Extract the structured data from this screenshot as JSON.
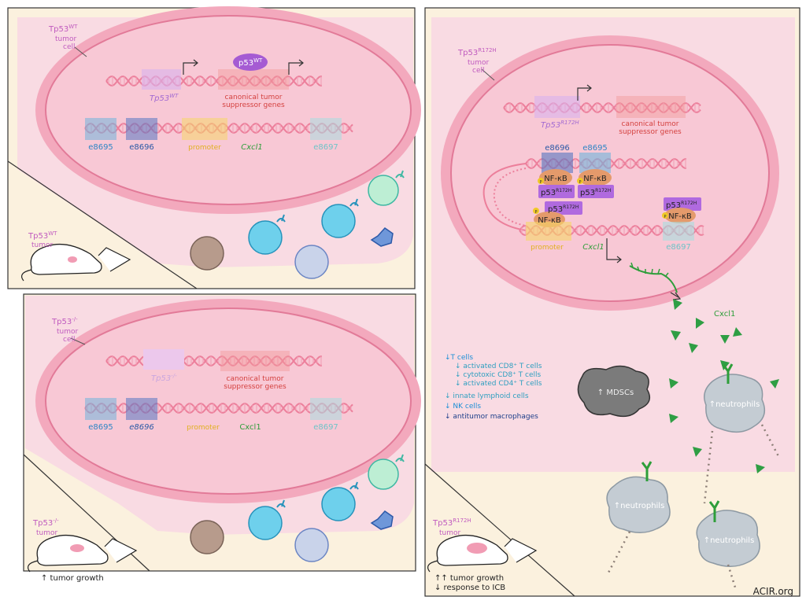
{
  "colors": {
    "panel_bg": "#fbf1de",
    "cell_pink": "#f9d9e2",
    "membrane": "#ec8aa6",
    "nucleus_fill": "#f8c6d3",
    "dna_pink": "#ec7f9b",
    "wt_purple": "#b67bd8",
    "canonical_red": "#d7303a",
    "e8695_blue": "#2f86c6",
    "e8696_navy": "#2c5aa6",
    "promoter_yellow": "#f0c927",
    "cxcl1_green": "#2e9e3a",
    "e8697_teal": "#6fc4c8",
    "nfkb_orange": "#e49a6b",
    "p53_purple": "#b06adf",
    "neutrophil_gray": "#b9c4cc",
    "cxcl1_triangle": "#2f9e44",
    "list_blue": "#1c8fd6",
    "list_teal": "#2e9fc0",
    "list_dark": "#1d3f8a"
  },
  "panel_wt": {
    "cell_label": {
      "gene": "Tp53",
      "sup": "WT",
      "line2": "tumor",
      "line3": "cell"
    },
    "protein_p53": {
      "text": "p53",
      "sup": "WT"
    },
    "gene_tp53": {
      "text": "Tp53",
      "sup": "WT"
    },
    "canonical": [
      "canonical tumor",
      "suppressor genes"
    ],
    "enhancers": {
      "e8695": "e8695",
      "e8696": "e8696",
      "promoter": "promoter",
      "cxcl1": "Cxcl1",
      "e8697": "e8697"
    },
    "mouse_label": {
      "gene": "Tp53",
      "sup": "WT",
      "line2": "tumor"
    }
  },
  "panel_ko": {
    "cell_label": {
      "gene": "Tp53",
      "sup": "-/-",
      "line2": "tumor",
      "line3": "cell"
    },
    "gene_tp53": {
      "text": "Tp53",
      "sup": "-/-"
    },
    "canonical": [
      "canonical tumor",
      "suppressor genes"
    ],
    "enhancers": {
      "e8695": "e8695",
      "e8696": "e8696",
      "promoter": "promoter",
      "cxcl1": "Cxcl1",
      "e8697": "e8697"
    },
    "mouse_label": {
      "gene": "Tp53",
      "sup": "-/-",
      "line2": "tumor"
    },
    "outcome": "↑ tumor growth"
  },
  "panel_mut": {
    "cell_label": {
      "gene": "Tp53",
      "sup": "R172H",
      "line2": "tumor",
      "line3": "cell"
    },
    "gene_tp53": {
      "text": "Tp53",
      "sup": "R172H"
    },
    "canonical": [
      "canonical tumor",
      "suppressor genes"
    ],
    "enh_e8696": "e8696",
    "enh_e8695": "e8695",
    "nfkb": "NF-κB",
    "p53mut": {
      "text": "p53",
      "sup": "R172H"
    },
    "phospho": "P",
    "promoter": "promoter",
    "cxcl1": "Cxcl1",
    "e8697": "e8697",
    "cxcl1_secreted": "Cxcl1",
    "immune_list": [
      {
        "text": "↓T cells",
        "color": "list_blue"
      },
      {
        "text": "↓ activated CD8⁺ T cells",
        "color": "list_teal"
      },
      {
        "text": "↓ cytotoxic CD8⁺ T cells",
        "color": "list_teal"
      },
      {
        "text": "↓ activated CD4⁺ T cells",
        "color": "list_teal"
      },
      {
        "text": "↓ innate lymphoid cells",
        "color": "list_teal"
      },
      {
        "text": "↓ NK cells",
        "color": "list_blue"
      },
      {
        "text": "↓ antitumor macrophages",
        "color": "list_dark"
      }
    ],
    "mdscs": "↑ MDSCs",
    "neutrophils": "↑neutrophils",
    "mouse_label": {
      "gene": "Tp53",
      "sup": "R172H",
      "line2": "tumor"
    },
    "outcome": [
      "↑↑ tumor growth",
      "↓ response to ICB"
    ]
  },
  "credit": "ACIR.org"
}
